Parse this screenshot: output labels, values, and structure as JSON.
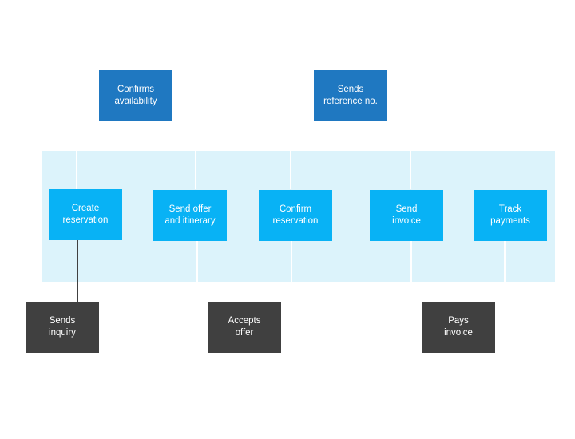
{
  "diagram": {
    "top_boxes": [
      {
        "label": "Confirms\navailability"
      },
      {
        "label": "Sends\nreference no."
      }
    ],
    "process_boxes": [
      {
        "label": "Create\nreservation"
      },
      {
        "label": "Send offer\nand itinerary"
      },
      {
        "label": "Confirm\nreservation"
      },
      {
        "label": "Send\ninvoice"
      },
      {
        "label": "Track\npayments"
      }
    ],
    "bottom_boxes": [
      {
        "label": "Sends\ninquiry"
      },
      {
        "label": "Accepts\noffer"
      },
      {
        "label": "Pays\ninvoice"
      }
    ],
    "colors": {
      "top_box": "#1f78c1",
      "process_box": "#08b2f5",
      "bottom_box": "#404040",
      "lane_band": "#dcf3fb"
    }
  }
}
